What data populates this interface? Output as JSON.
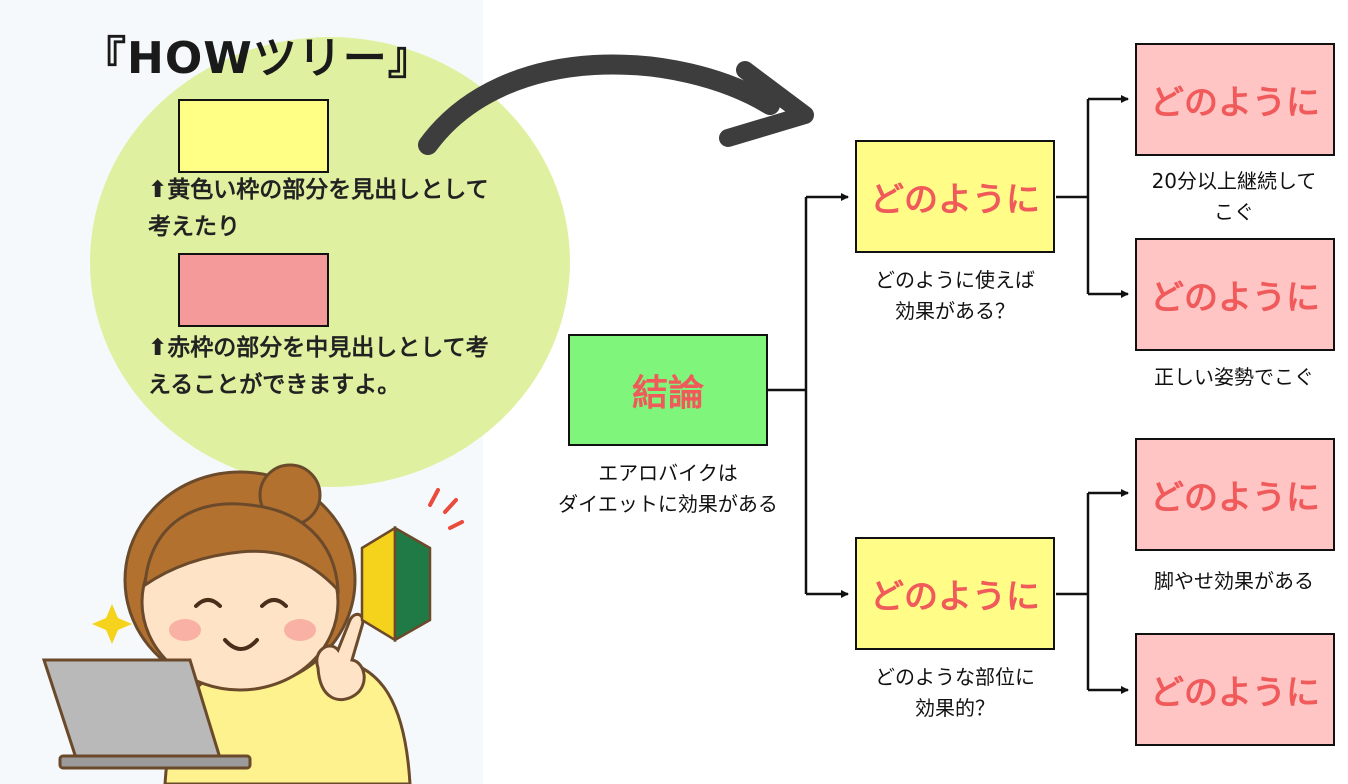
{
  "speech": {
    "title": "『HOWツリー』",
    "yellow_note_line1": "⬆黄色い枠の部分を見出しとして",
    "yellow_note_line2": "考えたり",
    "red_note_line1": "⬆赤枠の部分を中見出しとして考",
    "red_note_line2": "えることができますよ。"
  },
  "colors": {
    "conclusion_fill": "#7ff57c",
    "heading_fill": "#fffd87",
    "subheading_fill": "#ffc4c4",
    "box_text": "#f05a5a",
    "bubble": "#dff0a0"
  },
  "tree": {
    "root": {
      "label": "結論",
      "caption_line1": "エアロバイクは",
      "caption_line2": "ダイエットに効果がある"
    },
    "branches": [
      {
        "label": "どのように",
        "caption_line1": "どのように使えば",
        "caption_line2": "効果がある？",
        "leaves": [
          {
            "label": "どのように",
            "caption_line1": "20分以上継続して",
            "caption_line2": "こぐ"
          },
          {
            "label": "どのように",
            "caption_line1": "正しい姿勢でこぐ"
          }
        ]
      },
      {
        "label": "どのように",
        "caption_line1": "どのような部位に",
        "caption_line2": "効果的？",
        "leaves": [
          {
            "label": "どのように",
            "caption_line1": "脚やせ効果がある"
          },
          {
            "label": "どのように",
            "caption_line1": ""
          }
        ]
      }
    ]
  }
}
